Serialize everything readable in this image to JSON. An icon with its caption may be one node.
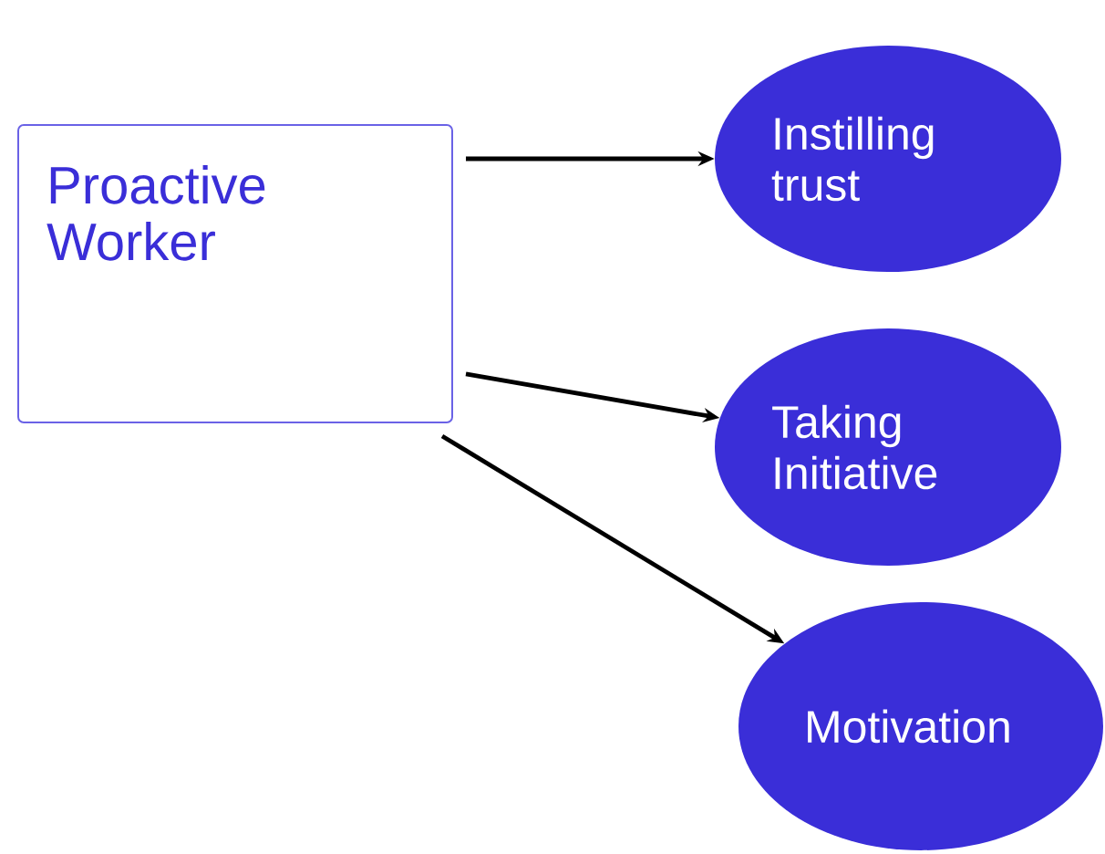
{
  "diagram": {
    "nodes": [
      {
        "text": [
          "Proactive Worker"
        ]
      },
      {
        "text": [
          "Instilling trust"
        ]
      },
      {
        "text": [
          "Taking Initiative"
        ]
      },
      {
        "text": [
          "Motivation"
        ]
      }
    ],
    "edges": [
      {
        "from": 0,
        "to": 1,
        "arrow": "to"
      },
      {
        "from": 0,
        "to": 2,
        "arrow": "to"
      },
      {
        "from": 0,
        "to": 3,
        "arrow": "to"
      }
    ]
  }
}
